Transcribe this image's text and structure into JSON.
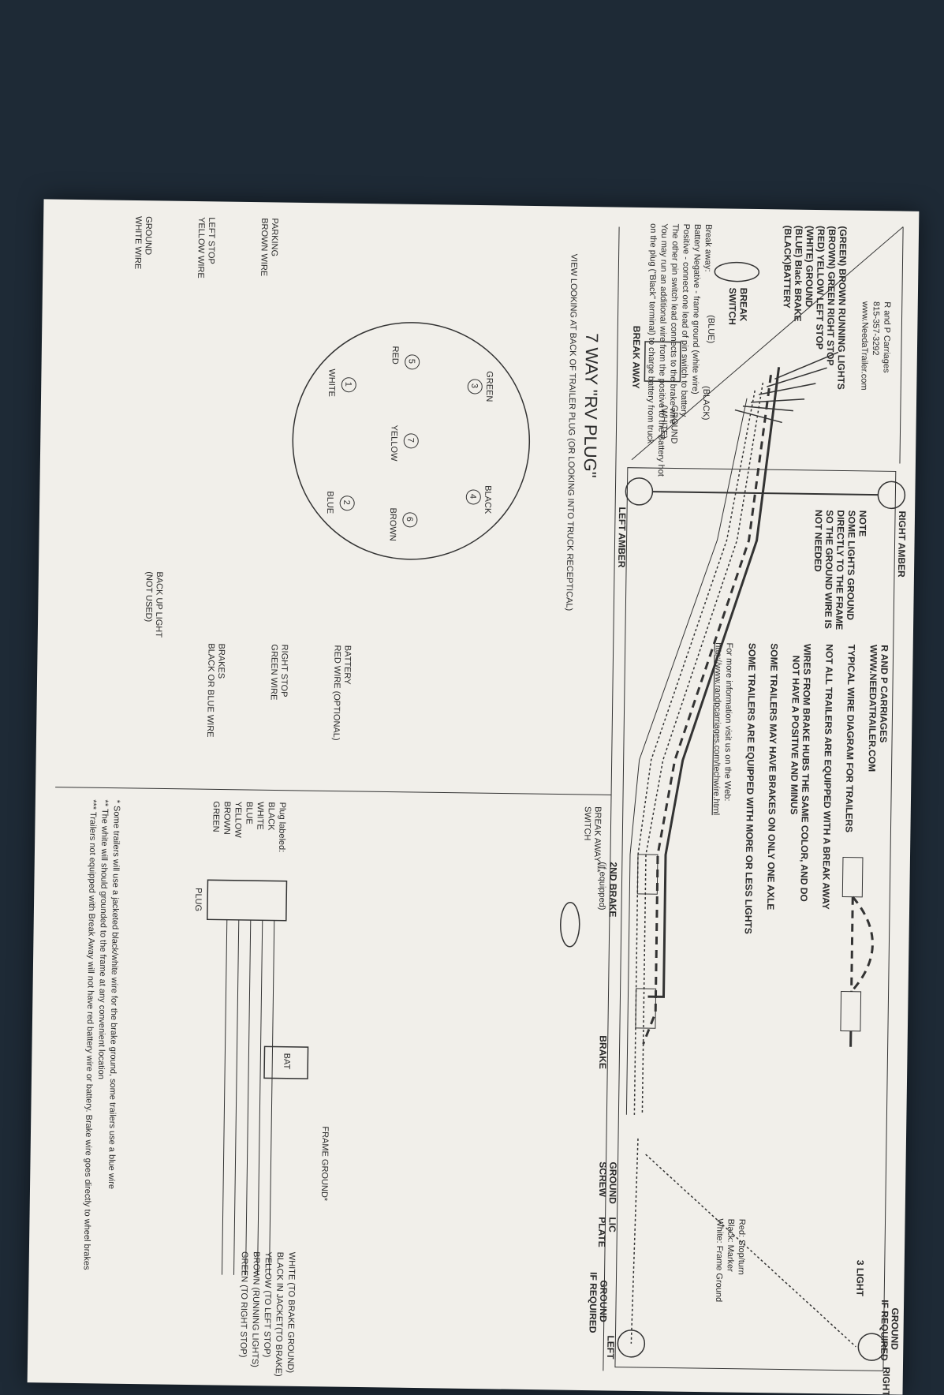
{
  "header": {
    "company": "R and P Carriages",
    "phone": "815-357-3292",
    "website": "www.NeedaTrailer.com"
  },
  "wire_legend": [
    "(GREEN) BROWN RUNNING LIGHTS",
    "(BROWN) GREEN RIGHT STOP",
    "(RED) YELLOW LEFT STOP",
    "(WHITE) GROUND",
    "(BLUE) Black BRAKE",
    "(BLACK)BATTERY"
  ],
  "breakaway_notes": [
    "Break away:",
    "Battery Negative - frame ground (white wire)",
    "Positive - connect one lead of pin switch to battery",
    "The other pin switch lead connects to the brake wire",
    "You may run an additional wire from the positive to the Battery hot",
    "on the plug (\"Black\" terminal) to charge battery from truck"
  ],
  "trailer_labels": {
    "break_switch": [
      "BREAK",
      "SWITCH"
    ],
    "blue": "(BLUE)",
    "black": "(BLACK)",
    "break_away": "BREAK AWAY",
    "ground_white": [
      "GROUND",
      "(WHITE)"
    ],
    "right_amber": "RIGHT AMBER",
    "left_amber": "LEFT AMBER",
    "note": [
      "NOTE",
      "SOME LIGHTS GROUND",
      "DIRECTLY TO THE FRAME",
      "SO THE GROUND WIRE IS",
      "NOT NEEDED"
    ],
    "second_brake": [
      "2ND BRAKE",
      "(if equipped)"
    ],
    "brake": "BRAKE",
    "ground_screw": [
      "GROUND",
      "SCREW"
    ],
    "lic_plate": [
      "LIC",
      "PLATE"
    ],
    "left": "LEFT",
    "right": "RIGHT",
    "ground_if_required_left": [
      "GROUND",
      "IF REQUIRED"
    ],
    "ground_if_required_right": [
      "GROUND",
      "IF REQUIRED"
    ],
    "three_light": "3 LIGHT",
    "color_key": [
      "Red: Stop/turn",
      "Black: Marker",
      "White: Frame Ground"
    ]
  },
  "typical_notes": [
    "R AND P CARRIAGES",
    "WWW.NEEDATRAILER.COM",
    "TYPICAL WIRE DIAGRAM FOR TRAILERS",
    "NOT ALL TRAILERS ARE EQUIPPED WITH A BREAK AWAY",
    "WIRES FROM BRAKE HUBS THE SAME COLOR, AND DO",
    "NOT HAVE A POSITIVE AND MINUS",
    "SOME TRAILERS MAY HAVE BRAKES ON ONLY ONE AXLE",
    "SOME TRAILERS ARE EQUIPPED WITH MORE OR LESS LIGHTS",
    "For more information visit us on the Web:",
    "http://www.randpcarriages.com/techwire.html"
  ],
  "plug": {
    "title": "7 WAY \"RV PLUG\"",
    "subtitle": "VIEW LOOKING AT BACK OF TRAILER PLUG (OR LOOKING INTO TRUCK RECEPTICAL)",
    "pins": [
      {
        "num": "1",
        "color": "WHITE"
      },
      {
        "num": "2",
        "color": "BLUE"
      },
      {
        "num": "3",
        "color": "GREEN"
      },
      {
        "num": "4",
        "color": "BLACK"
      },
      {
        "num": "5",
        "color": "RED"
      },
      {
        "num": "6",
        "color": "BROWN"
      },
      {
        "num": "7",
        "color": "YELLOW"
      }
    ],
    "callouts": [
      [
        "GROUND",
        "WHITE WIRE"
      ],
      [
        "LEFT STOP",
        "YELLOW WIRE"
      ],
      [
        "PARKING",
        "BROWN WIRE"
      ],
      [
        "BACK UP LIGHT",
        "(NOT USED)"
      ],
      [
        "BRAKES",
        "BLACK OR BLUE WIRE"
      ],
      [
        "RIGHT STOP",
        "GREEN WIRE"
      ],
      [
        "BATTERY",
        "RED WIRE (OPTIONAL)"
      ]
    ]
  },
  "breakaway_detail": {
    "switch_label": [
      "BREAK AWAY***",
      "SWITCH"
    ],
    "plug_label": "Plug labeled:",
    "plug_terms": [
      "BLACK",
      "WHITE",
      "BLUE",
      "YELLOW",
      "BROWN",
      "GREEN"
    ],
    "plug": "PLUG",
    "bat": "BAT",
    "frame_ground": "FRAME GROUND*",
    "wire_ends": [
      "WHITE (TO BRAKE GROUND)",
      "BLACK IN JACKET(TO BRAKE)",
      "YELLOW (TO LEFT STOP)",
      "BROWN (RUNNING LIGHTS)",
      "GREEN (TO RIGHT STOP)"
    ],
    "footnotes": [
      "* Some trailers will use a jacketed black/white wire for the brake ground, some trailers use a blue wire",
      "** The white will should grounded to the frame at any convenient location",
      "*** Trailers not equipped with Break Away will not have red battery wire or battery. Brake wire goes directly to wheel brakes"
    ]
  }
}
